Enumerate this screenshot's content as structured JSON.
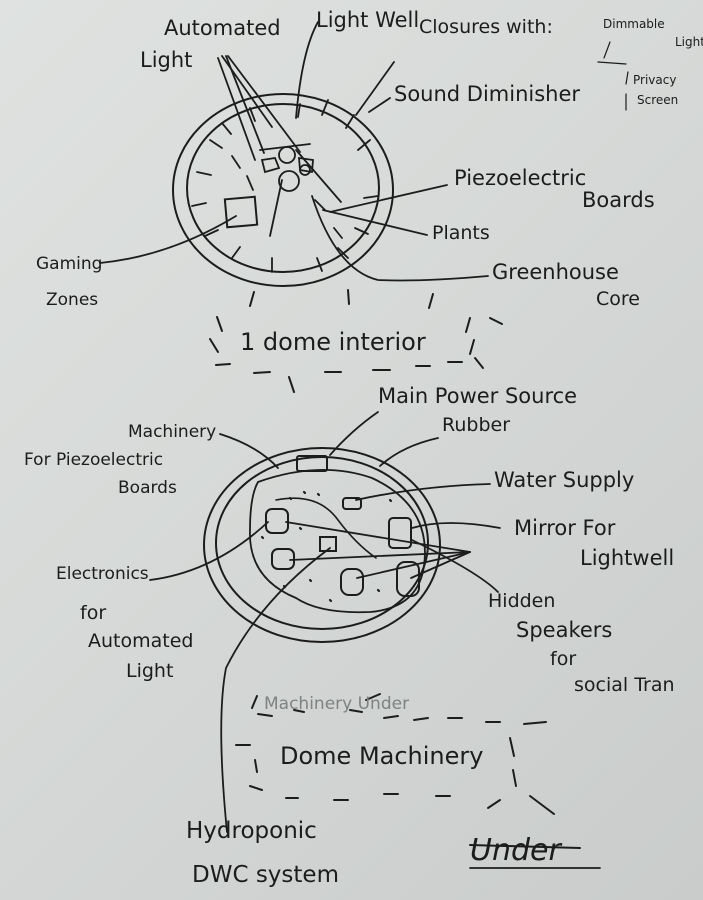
{
  "top": {
    "automated_light": [
      "Automated",
      "Light"
    ],
    "light_well": "Light Well",
    "closures_with": "Closures with:",
    "dimmable_light": [
      "Dimmable",
      "Light"
    ],
    "sound_diminisher": "Sound Diminisher",
    "privacy_screen": [
      "Privacy",
      "Screen"
    ],
    "piezoelectric_boards": [
      "Piezoelectric",
      "Boards"
    ],
    "plants": "Plants",
    "greenhouse_core": [
      "Greenhouse",
      "Core"
    ],
    "gaming_zones": [
      "Gaming",
      "Zones"
    ],
    "caption": "1 dome interior"
  },
  "bottom": {
    "main_power_source": "Main Power Source",
    "rubber": "Rubber",
    "machinery_for_piezo": [
      "Machinery",
      "For Piezoelectric",
      "Boards"
    ],
    "water_supply": "Water Supply",
    "mirror_for_lightwell": [
      "Mirror For",
      "Lightwell"
    ],
    "electronics": [
      "Electronics",
      "for",
      "Automated",
      "Light"
    ],
    "hidden_speakers": [
      "Hidden",
      "Speakers",
      "for",
      "social Tran"
    ],
    "machinery_under_faint": "Machinery Under",
    "caption": "Dome Machinery",
    "hydroponic": [
      "Hydroponic",
      "DWC system"
    ],
    "under": "Under"
  },
  "colors": {
    "ink": "#1c1c1c",
    "paper": "#dcdfdd",
    "faint": "#7e8380"
  }
}
